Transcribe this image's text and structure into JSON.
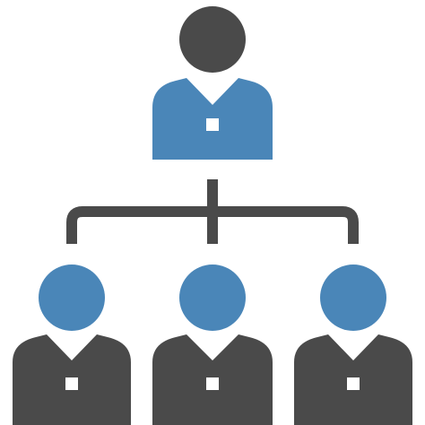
{
  "icon": {
    "name": "org-chart-icon",
    "colors": {
      "dark": "#4a4a4a",
      "blue": "#4a86b8",
      "background": "#ffffff"
    },
    "members": [
      {
        "role": "leader",
        "head": "dark",
        "body": "blue"
      },
      {
        "role": "subordinate",
        "head": "blue",
        "body": "dark"
      },
      {
        "role": "subordinate",
        "head": "blue",
        "body": "dark"
      },
      {
        "role": "subordinate",
        "head": "blue",
        "body": "dark"
      }
    ]
  }
}
